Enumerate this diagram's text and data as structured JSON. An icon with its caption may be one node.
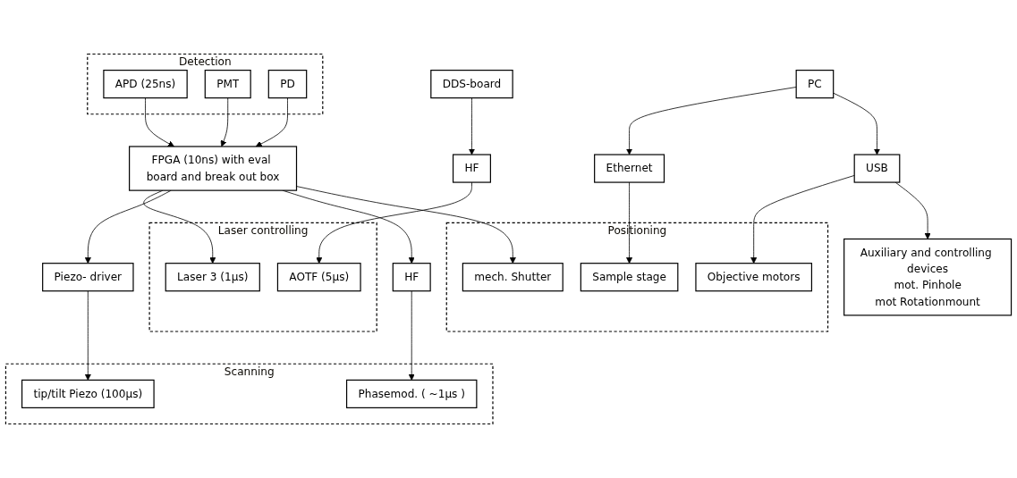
{
  "diagram": {
    "nodes": [
      {
        "text": [
          "FPGA (10ns) with eval board and break out box"
        ]
      },
      {
        "text": [
          "DDS-board"
        ]
      },
      {
        "text": [
          "HF"
        ]
      },
      {
        "text": [
          "Piezo- driver"
        ]
      },
      {
        "text": [
          "HF"
        ]
      },
      {
        "text": [
          "PC"
        ]
      },
      {
        "text": [
          "Ethernet"
        ]
      },
      {
        "text": [
          "USB"
        ]
      },
      {
        "text": [
          "Laser controlling"
        ]
      },
      {
        "text": [
          "AOTF (5μs)"
        ],
        "in": 8
      },
      {
        "text": [
          "Laser 3 (1μs)"
        ],
        "in": 8
      },
      {
        "text": [
          "Scanning"
        ]
      },
      {
        "text": [
          "tip/tilt Piezo (100μs)"
        ],
        "in": 11
      },
      {
        "text": [
          "Phasemod. ( ~1μs )"
        ],
        "in": 11
      },
      {
        "text": [
          "Detection"
        ]
      },
      {
        "text": [
          "APD (25ns)"
        ],
        "in": 14
      },
      {
        "text": [
          "PMT"
        ],
        "in": 14
      },
      {
        "text": [
          "PD"
        ],
        "in": 14
      },
      {
        "text": [
          "Positioning"
        ]
      },
      {
        "text": [
          "mech. Shutter"
        ],
        "in": 18
      },
      {
        "text": [
          "Sample stage"
        ],
        "in": 18
      },
      {
        "text": [
          "Objective motors"
        ],
        "in": 18
      },
      {
        "text": [
          "Auxiliary and controlling devices",
          "mot. Pinhole",
          "mot Rotationmount"
        ]
      }
    ],
    "edges": [
      {
        "from": 1,
        "to": 2,
        "arrow": "to"
      },
      {
        "from": 2,
        "to": 9,
        "arrow": "to"
      },
      {
        "from": 0,
        "to": 10,
        "arrow": "to"
      },
      {
        "from": 0,
        "to": 3,
        "arrow": "to"
      },
      {
        "from": 3,
        "to": 12,
        "arrow": "to"
      },
      {
        "from": 0,
        "to": 4,
        "arrow": "to"
      },
      {
        "from": 4,
        "to": 13,
        "arrow": "to"
      },
      {
        "from": 15,
        "to": 0,
        "arrow": "to"
      },
      {
        "from": 16,
        "to": 0,
        "arrow": "to"
      },
      {
        "from": 17,
        "to": 0,
        "arrow": "to"
      },
      {
        "from": 0,
        "to": 19,
        "arrow": "to"
      },
      {
        "from": 5,
        "to": 6,
        "arrow": "to"
      },
      {
        "from": 6,
        "to": 20,
        "arrow": "to"
      },
      {
        "from": 5,
        "to": 7,
        "arrow": "to"
      },
      {
        "from": 7,
        "to": 21,
        "arrow": "to"
      },
      {
        "from": 7,
        "to": 22,
        "arrow": "to"
      }
    ]
  }
}
